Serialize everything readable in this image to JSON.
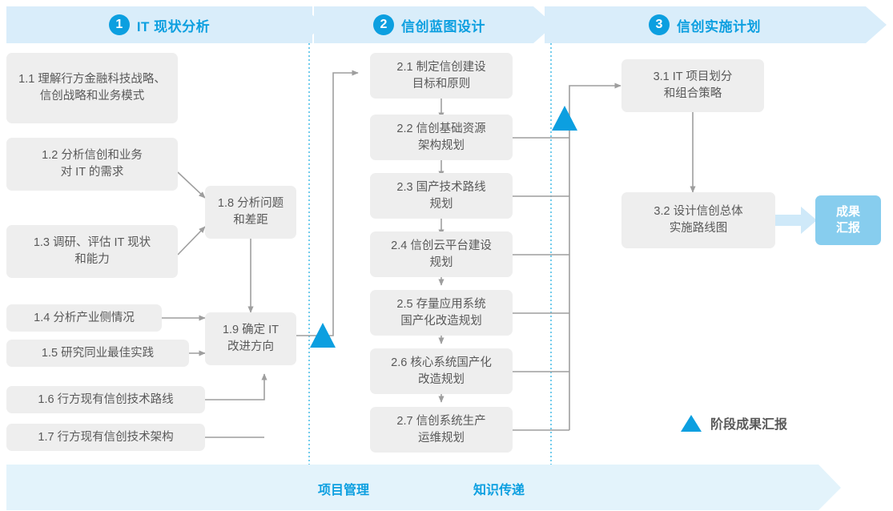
{
  "phases": [
    {
      "number": "1",
      "title": "IT 现状分析"
    },
    {
      "number": "2",
      "title": "信创蓝图设计"
    },
    {
      "number": "3",
      "title": "信创实施计划"
    }
  ],
  "tasks": {
    "phase1": [
      {
        "id": "1.1",
        "label": "1.1 理解行方金融科技战略、\n信创战略和业务模式"
      },
      {
        "id": "1.2",
        "label": "1.2 分析信创和业务\n对 IT 的需求"
      },
      {
        "id": "1.3",
        "label": "1.3 调研、评估 IT 现状\n和能力"
      },
      {
        "id": "1.4",
        "label": "1.4 分析产业侧情况"
      },
      {
        "id": "1.5",
        "label": "1.5 研究同业最佳实践"
      },
      {
        "id": "1.6",
        "label": "1.6 行方现有信创技术路线"
      },
      {
        "id": "1.7",
        "label": "1.7 行方现有信创技术架构"
      },
      {
        "id": "1.8",
        "label": "1.8 分析问题\n和差距"
      },
      {
        "id": "1.9",
        "label": "1.9 确定 IT\n改进方向"
      }
    ],
    "phase2": [
      {
        "id": "2.1",
        "label": "2.1 制定信创建设\n目标和原则"
      },
      {
        "id": "2.2",
        "label": "2.2 信创基础资源\n架构规划"
      },
      {
        "id": "2.3",
        "label": "2.3 国产技术路线\n规划"
      },
      {
        "id": "2.4",
        "label": "2.4 信创云平台建设\n规划"
      },
      {
        "id": "2.5",
        "label": "2.5 存量应用系统\n国产化改造规划"
      },
      {
        "id": "2.6",
        "label": "2.6 核心系统国产化\n改造规划"
      },
      {
        "id": "2.7",
        "label": "2.7 信创系统生产\n运维规划"
      }
    ],
    "phase3": [
      {
        "id": "3.1",
        "label": "3.1 IT 项目划分\n和组合策略"
      },
      {
        "id": "3.2",
        "label": "3.2 设计信创总体\n实施路线图"
      }
    ]
  },
  "deliverable": {
    "label": "成果\n汇报"
  },
  "legend": {
    "label": "阶段成果汇报"
  },
  "footer": {
    "items": [
      "项目管理",
      "知识传递"
    ]
  },
  "colors": {
    "accent": "#0c9fe0",
    "band": "#d9edfa",
    "footer_band": "#e3f3fb",
    "box": "#eeeeee",
    "badge": "#87cdee",
    "text": "#595959",
    "connector": "#9e9e9e",
    "divider": "#4fc0e8"
  }
}
